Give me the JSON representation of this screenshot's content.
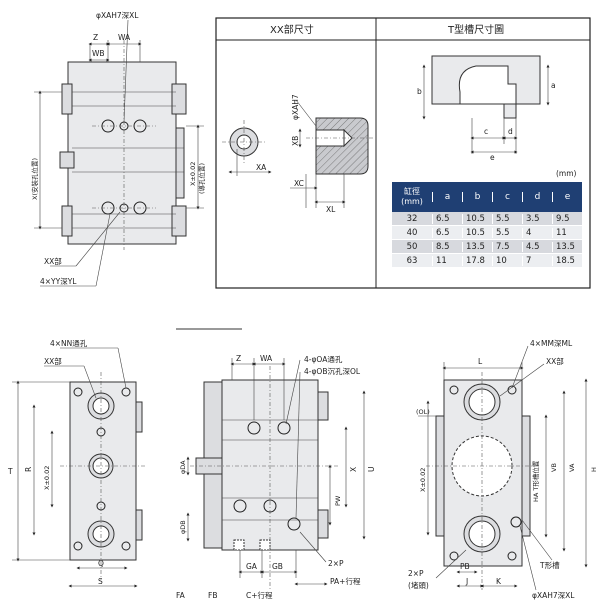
{
  "panel_top_left": {
    "dims": {
      "dim_xah7": "φXAH7深XL",
      "dim_z": "Z",
      "dim_wa": "WA",
      "dim_wb": "WB",
      "dim_xa": "X±0.02",
      "dim_xa_sub": "(導孔位置)",
      "dim_x_install": "X(安裝孔位置)",
      "dim_xx": "XX部",
      "dim_yy": "4×YY深YL"
    }
  },
  "panel_xx": {
    "title": "XX部尺寸",
    "dims": {
      "xa": "XA",
      "xb": "XB",
      "xc": "XC",
      "xl": "XL",
      "xah7": "φXAH7"
    }
  },
  "panel_t": {
    "title": "T型槽尺寸圖",
    "dims": {
      "a": "a",
      "b": "b",
      "c": "c",
      "d": "d",
      "e": "e"
    },
    "unit": "(mm)",
    "table": {
      "header_line1": "缸徑",
      "header_line2": "(mm)",
      "columns": [
        "a",
        "b",
        "c",
        "d",
        "e"
      ],
      "rows": [
        {
          "bore": "32",
          "cells": [
            "6.5",
            "10.5",
            "5.5",
            "3.5",
            "9.5"
          ]
        },
        {
          "bore": "40",
          "cells": [
            "6.5",
            "10.5",
            "5.5",
            "4",
            "11"
          ]
        },
        {
          "bore": "50",
          "cells": [
            "8.5",
            "13.5",
            "7.5",
            "4.5",
            "13.5"
          ]
        },
        {
          "bore": "63",
          "cells": [
            "11",
            "17.8",
            "10",
            "7",
            "18.5"
          ]
        }
      ]
    }
  },
  "view_left": {
    "dims": {
      "nn": "4×NN通孔",
      "xx": "XX部",
      "t": "T",
      "r": "R",
      "x": "X±0.02",
      "q": "Q",
      "s": "S"
    }
  },
  "view_center": {
    "dims": {
      "z": "Z",
      "wa": "WA",
      "oa": "4-φOA通孔",
      "ob": "4-φOB沉孔深OL",
      "da": "φDA",
      "db": "φDB",
      "x": "X",
      "u": "U",
      "pw": "PW",
      "ga": "GA",
      "gb": "GB",
      "p2": "2×P",
      "pa": "PA+行程",
      "fa": "FA",
      "fb": "FB",
      "c": "C+行程"
    }
  },
  "view_right": {
    "dims": {
      "l": "L",
      "mm": "4×MM深ML",
      "xx": "XX部",
      "ol": "(OL)",
      "x": "X±0.02",
      "vb": "VB",
      "va": "VA",
      "h": "H",
      "ha": "HA T形槽位置",
      "t_slot": "T形槽",
      "p2": "2×P",
      "p2_sub": "(堵頭)",
      "pb": "PB",
      "j": "J",
      "k": "K",
      "xah7": "φXAH7深XL"
    }
  }
}
